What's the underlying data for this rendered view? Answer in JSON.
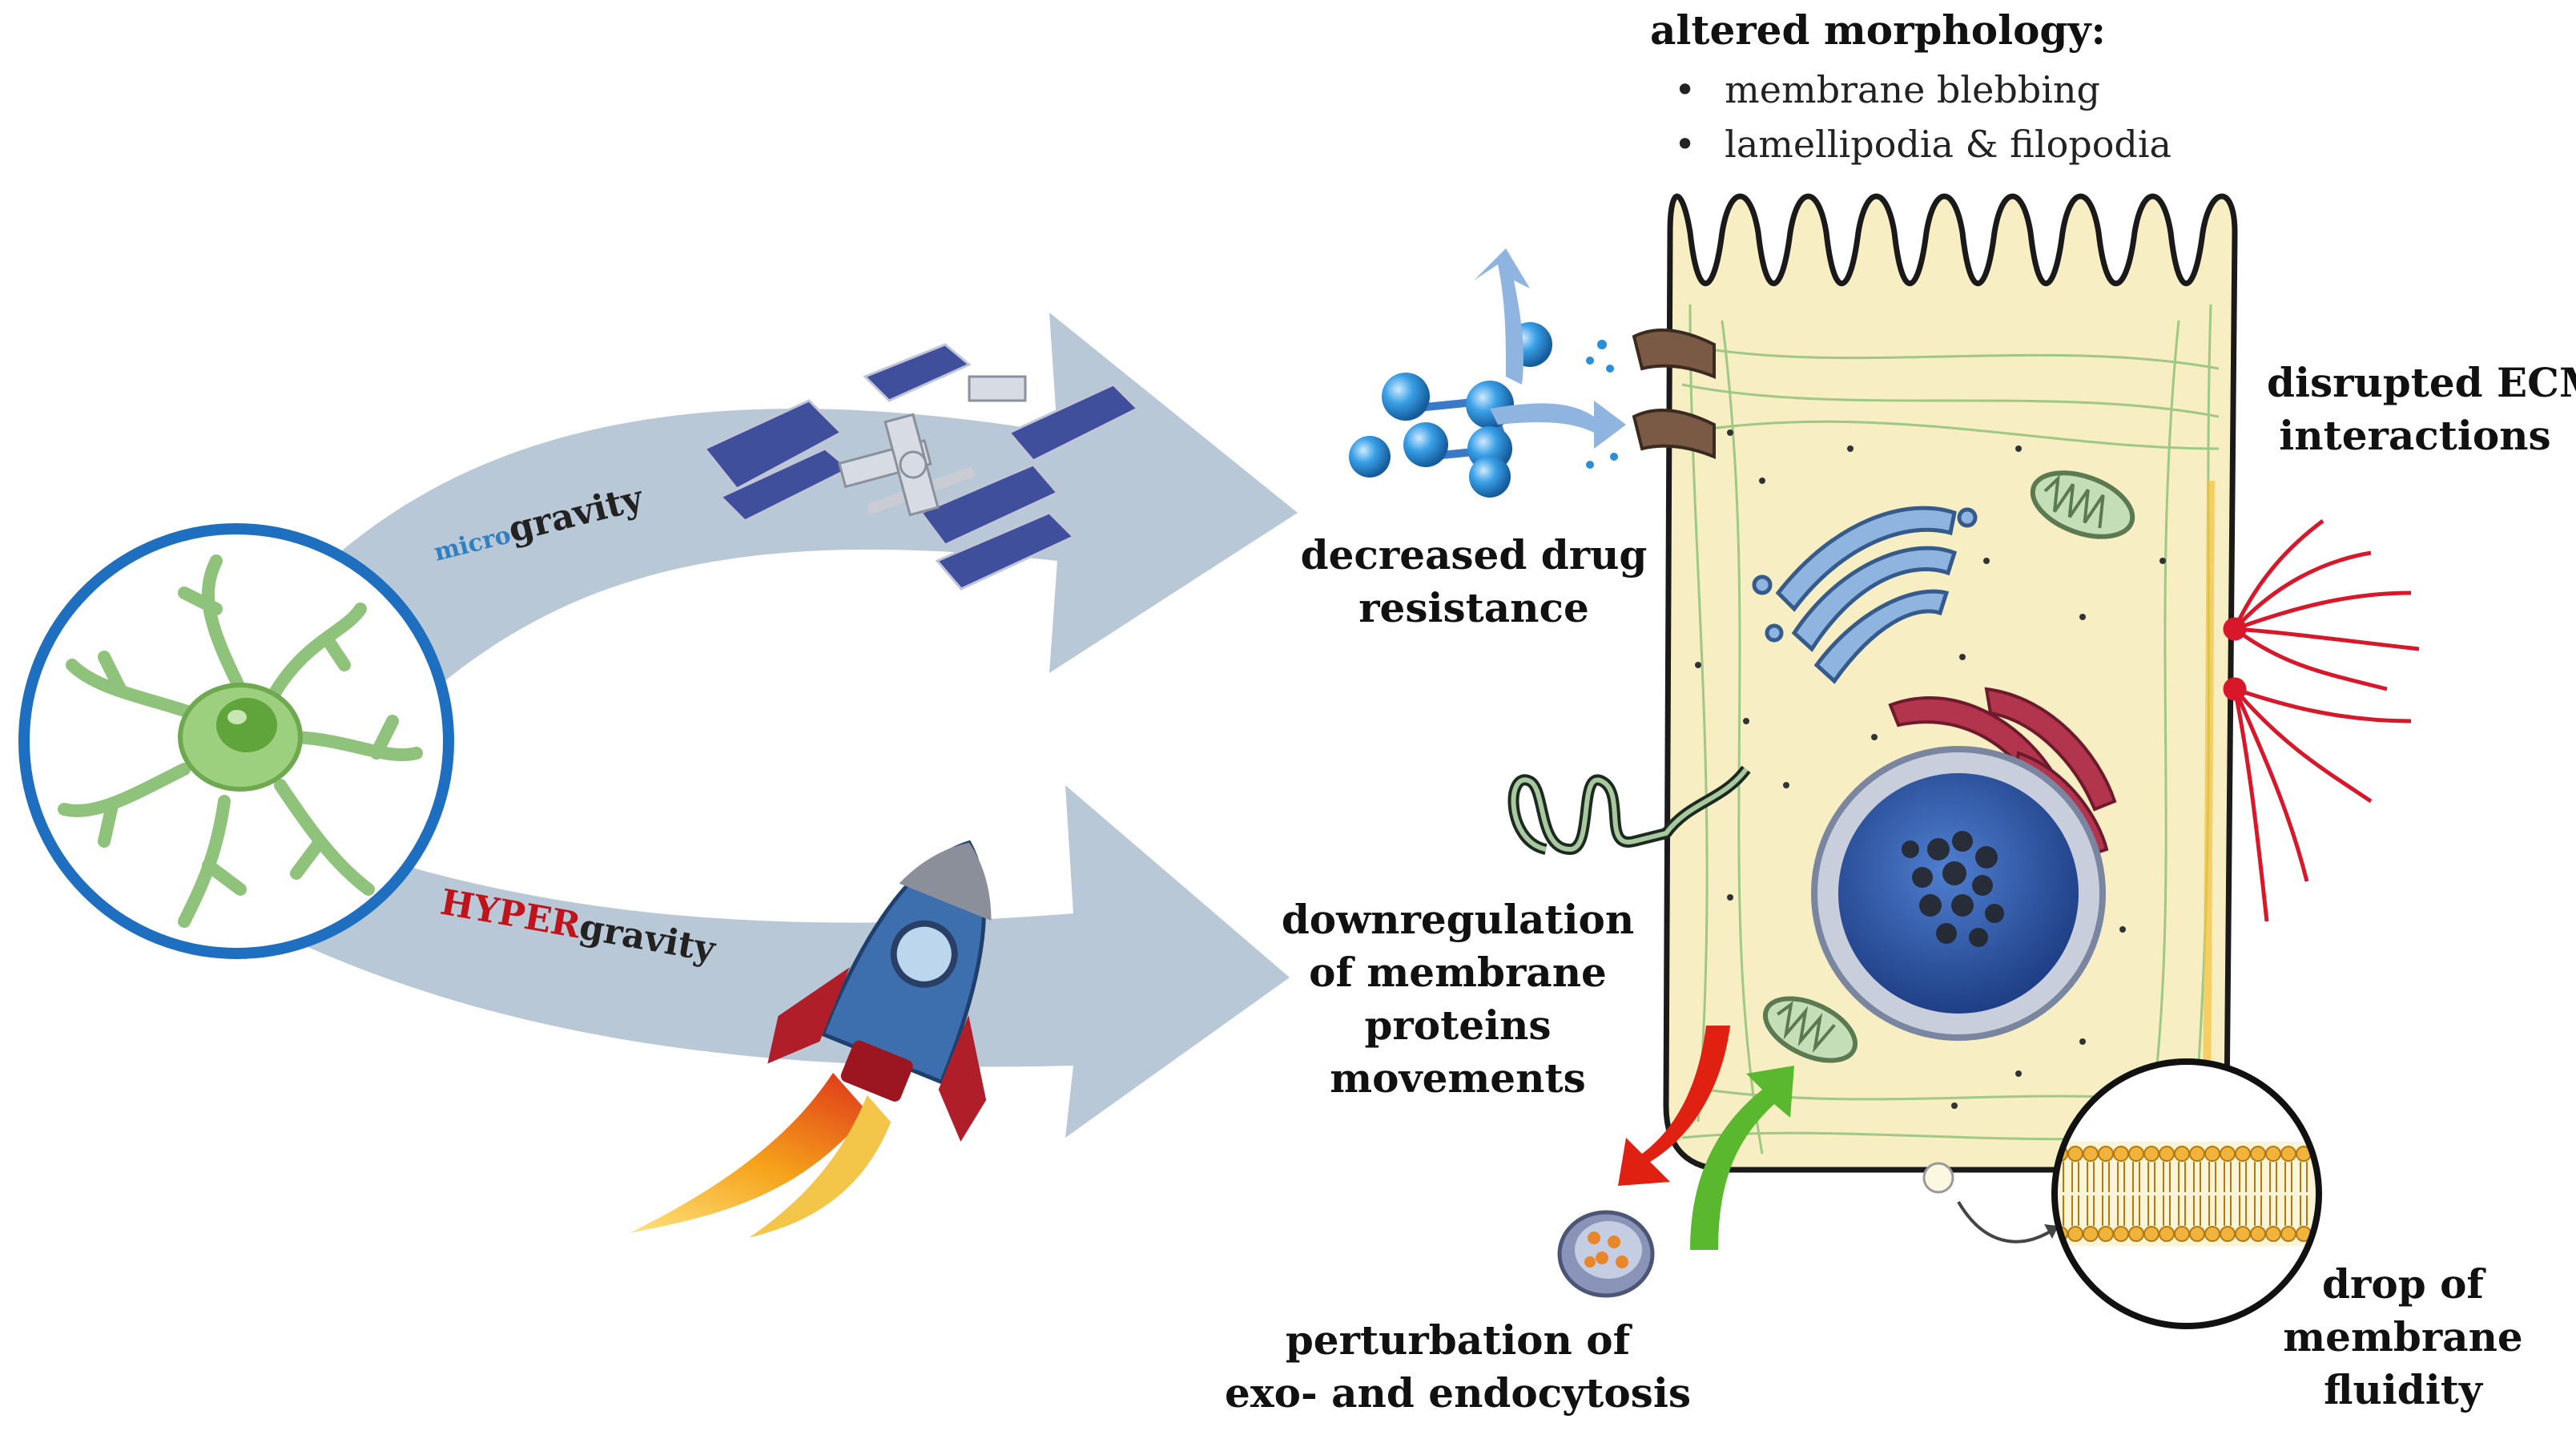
{
  "arrows": {
    "upper": {
      "prefix": "micro",
      "suffix": "gravity",
      "prefix_color": "#2f7fc1"
    },
    "lower": {
      "prefix": "HYPER",
      "suffix": "gravity",
      "prefix_color": "#c0141c"
    }
  },
  "morphology": {
    "title": "altered morphology:",
    "items": [
      "membrane blebbing",
      "lamellipodia & filopodia"
    ]
  },
  "labels": {
    "drug": [
      "decreased drug",
      "resistance"
    ],
    "ecm": [
      "disrupted ECM",
      "interactions"
    ],
    "membrane_proteins": [
      "downregulation",
      "of membrane",
      "proteins",
      "movements"
    ],
    "cytosis": [
      "perturbation of",
      "exo- and endocytosis"
    ],
    "fluidity": [
      "drop of",
      "membrane",
      "fluidity"
    ]
  },
  "colors": {
    "arrow": "#b9c8d6",
    "circle": "#1e6fc0",
    "cell_fill": "#f7eec3",
    "cell_outline": "#1a1a1a",
    "cytoskeleton": "#8fc27a",
    "drug_molecule": "#2a8fd8",
    "ecm_fibers": "#d8182a",
    "nucleus": "#2b5aa8",
    "golgi": "#8fb4e0",
    "er": "#b3344d",
    "exo_arrow": "#e02010",
    "endo_arrow": "#5ab82e",
    "lipid_head": "#f0b43c"
  },
  "icons": [
    "neuron-cell-icon",
    "space-station-icon",
    "rocket-icon",
    "vesicle-icon",
    "lipid-bilayer-icon"
  ]
}
